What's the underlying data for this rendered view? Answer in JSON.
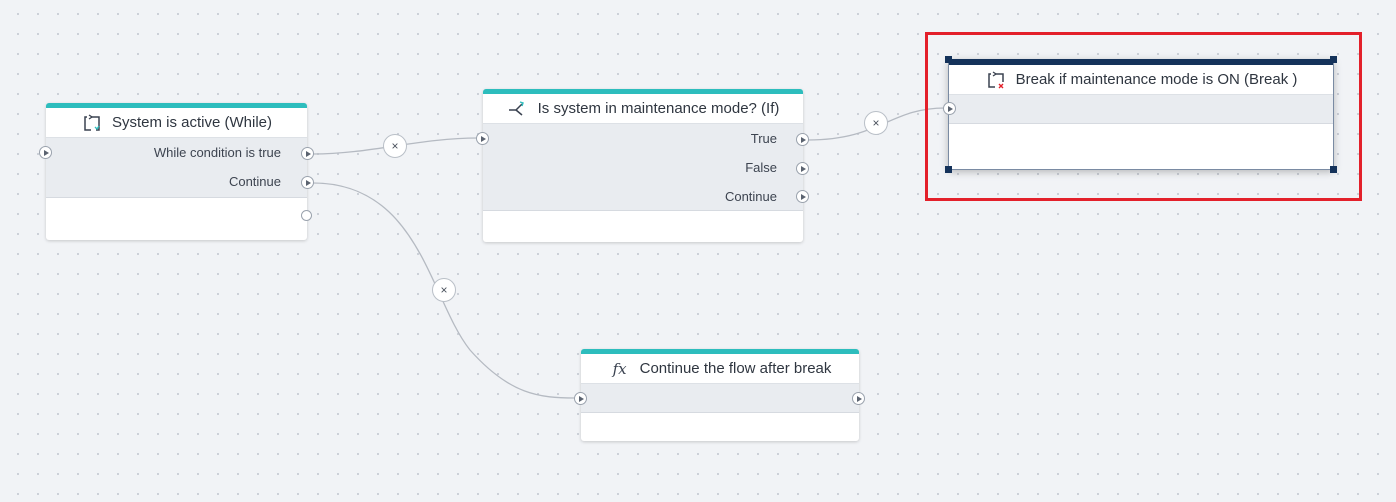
{
  "canvas": {
    "nodes": {
      "while": {
        "title": "System is active (While)",
        "icon": "loop-icon",
        "outputs": [
          "While condition is true",
          "Continue"
        ]
      },
      "if": {
        "title": "Is system in maintenance mode? (If)",
        "icon": "branch-icon",
        "outputs": [
          "True",
          "False",
          "Continue"
        ]
      },
      "break": {
        "title": "Break if maintenance mode is ON (Break )",
        "icon": "loop-break-icon",
        "selected": true
      },
      "continue": {
        "title": "Continue the flow after break",
        "icon": "function-icon",
        "icon_text": "fx"
      }
    },
    "delete_connection_symbol": "×"
  },
  "colors": {
    "node_accent": "#2dbdbd",
    "selected_accent": "#14325a",
    "highlight": "#e3202a"
  }
}
